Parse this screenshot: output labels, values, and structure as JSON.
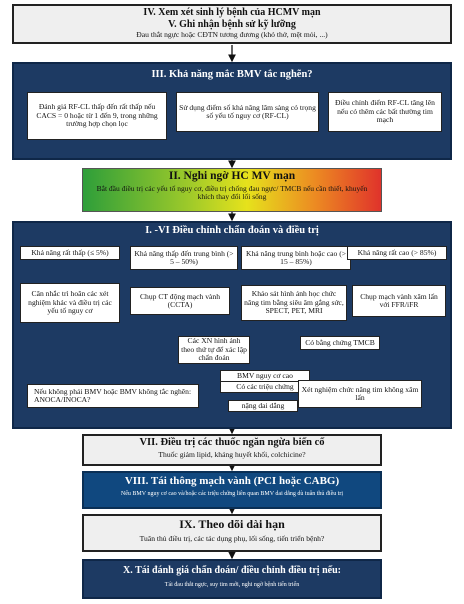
{
  "section_iv_v": {
    "title_iv": "IV.      Xem xét sinh lý bệnh của HCMV mạn",
    "title_v": "V. Ghi nhận bệnh sử kỹ lưỡng",
    "subtitle": "Đau thắt ngực hoặc CĐTN tương đương (khó thở, mệt mỏi, ...)"
  },
  "section_iii": {
    "title": "III.    Khả năng mắc BMV tắc nghẽn?",
    "box_left": "Đánh giá RF-CL thấp đến rất thấp nếu CACS = 0 hoặc từ 1 đến 9, trong những trường hợp chọn lọc",
    "box_center": "Sử dụng điểm số khả năng lâm sàng có trọng số yếu tố nguy cơ (RF-CL)",
    "box_right": "Điều chỉnh điểm RF-CL tăng lên nếu có thêm các bất thường tim mạch"
  },
  "section_ii": {
    "title": "II.    Nghi ngờ HC MV mạn",
    "subtitle": "Bắt đầu điều trị các yếu tố nguy cơ, điều trị chống đau ngực/ TMCB nếu cần thiết, khuyến khích thay đổi lối sống"
  },
  "section_i_vi": {
    "title": "I. -VI Điều chỉnh chẩn đoán và điều trị",
    "prob_boxes": [
      "Khả năng rất thấp (≤ 5%)",
      "Khả năng thấp đến trung bình (> 5 – 50%)",
      "Khả năng trung bình hoặc cao (> 15 – 85%)",
      "Khả năng rất cao (> 85%)"
    ],
    "action_boxes": [
      "Cân nhắc trì hoãn các xét nghiệm khác và điều trị các yếu tố nguy cơ",
      "Chụp CT động mạch vành (CCTA)",
      "Khảo sát hình ảnh học chức năng tim bằng siêu âm gắng sức, SPECT, PET, MRI",
      "Chụp mạch vành xâm lấn với FFR/iFR"
    ],
    "note_xn": "Các XN hình ảnh theo thứ tự để xác lập chẩn đoán",
    "note_tmcb": "Có bằng chứng TMCB",
    "note_bmv": "BMV nguy cơ cao",
    "note_trieu_chung": "Có các triệu chứng",
    "note_dai_dang": "nặng dai dẳng",
    "box_anoca": "Nếu không phải BMV hoặc BMV không tắc nghẽn: ANOCA/INOCA?",
    "box_xet_nghiem": "Xét nghiệm chức năng tim không xâm lấn"
  },
  "section_vii": {
    "title": "VII.       Điều trị các thuốc ngăn ngừa biến cố",
    "subtitle": "Thuốc giảm lipid, kháng huyết khối, colchicine?"
  },
  "section_viii": {
    "title": "VIII. Tái thông mạch vành (PCI hoặc CABG)",
    "subtitle": "Nếu BMV nguy cơ cao và/hoặc các triệu chứng liên quan BMV dai dẳng dù tuân thủ điều trị"
  },
  "section_ix": {
    "title": "IX.    Theo dõi dài hạn",
    "subtitle": "Tuân thủ điều trị, các tác dụng phụ, lối sống, tiến triển bệnh?"
  },
  "section_x": {
    "title": "X. Tái đánh giá chẩn đoán/ điều chỉnh điều trị nếu:",
    "subtitle": "Tái đau thắt ngực, suy tim mới, nghi ngờ bệnh tiến triển"
  },
  "colors": {
    "navy": "#1d3a63",
    "blue": "#10487f",
    "grey": "#efefef",
    "gradient_green": "#2e9e3a",
    "gradient_yellow": "#e6e21c",
    "gradient_red": "#e0332b"
  }
}
